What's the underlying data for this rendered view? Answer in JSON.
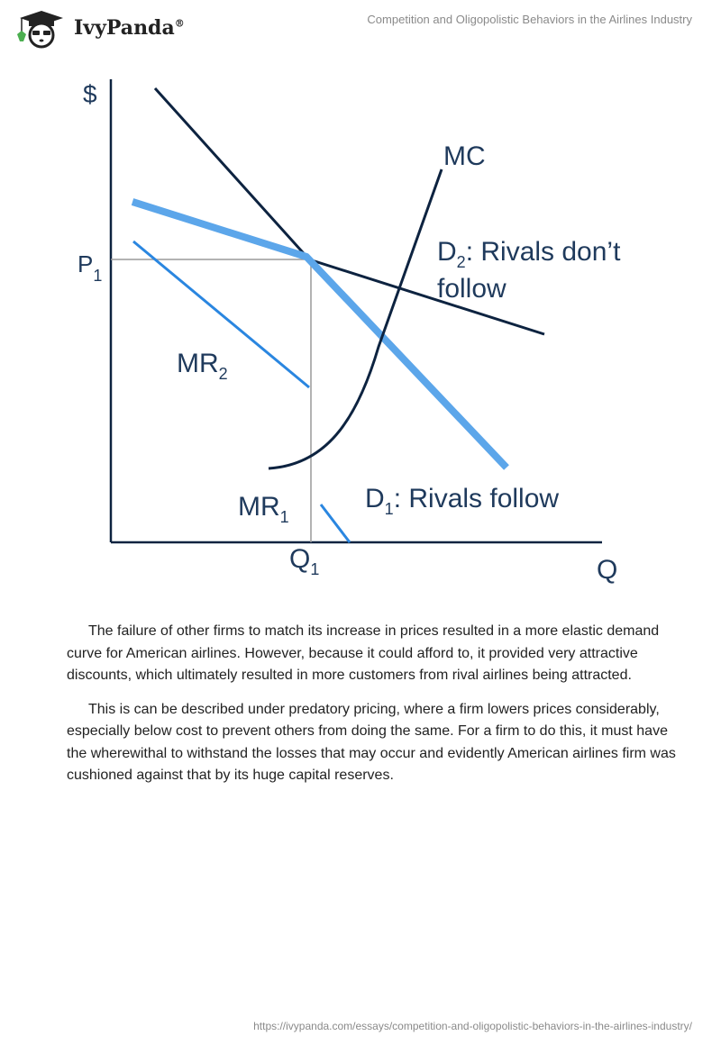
{
  "header": {
    "logo_text": "IvyPanda",
    "logo_mark": "®",
    "document_title": "Competition and Oligopolistic Behaviors in the Airlines Industry"
  },
  "figure": {
    "y_axis_label": "$",
    "x_axis_label": "Q",
    "price_label": "P",
    "price_sub": "1",
    "quantity_label": "Q",
    "quantity_sub": "1",
    "mc_label": "MC",
    "d2_label_main": "D",
    "d2_sub": "2",
    "d2_label_rest": ": Rivals don’t",
    "d2_label_line2": "follow",
    "d1_label_main": "D",
    "d1_sub": "1",
    "d1_label_rest": ": Rivals follow",
    "mr2_label": "MR",
    "mr2_sub": "2",
    "mr1_label": "MR",
    "mr1_sub": "1",
    "colors": {
      "dark": "#0d2340",
      "light_blue": "#5ca6ea",
      "blue": "#2a86e0",
      "gray": "#9a9a9a"
    }
  },
  "paragraphs": [
    "The failure of other firms to match its increase in prices resulted in a more elastic demand curve for American airlines. However, because it could afford to, it provided very attractive discounts, which ultimately resulted in more customers from rival airlines being attracted.",
    "This is can be described under predatory pricing, where a firm lowers prices considerably, especially below cost to prevent others from doing the same. For a firm to do this, it must have the wherewithal to withstand the losses that may occur and evidently American airlines firm was cushioned against that by its huge capital reserves."
  ],
  "footer": {
    "url": "https://ivypanda.com/essays/competition-and-oligopolistic-behaviors-in-the-airlines-industry/"
  }
}
